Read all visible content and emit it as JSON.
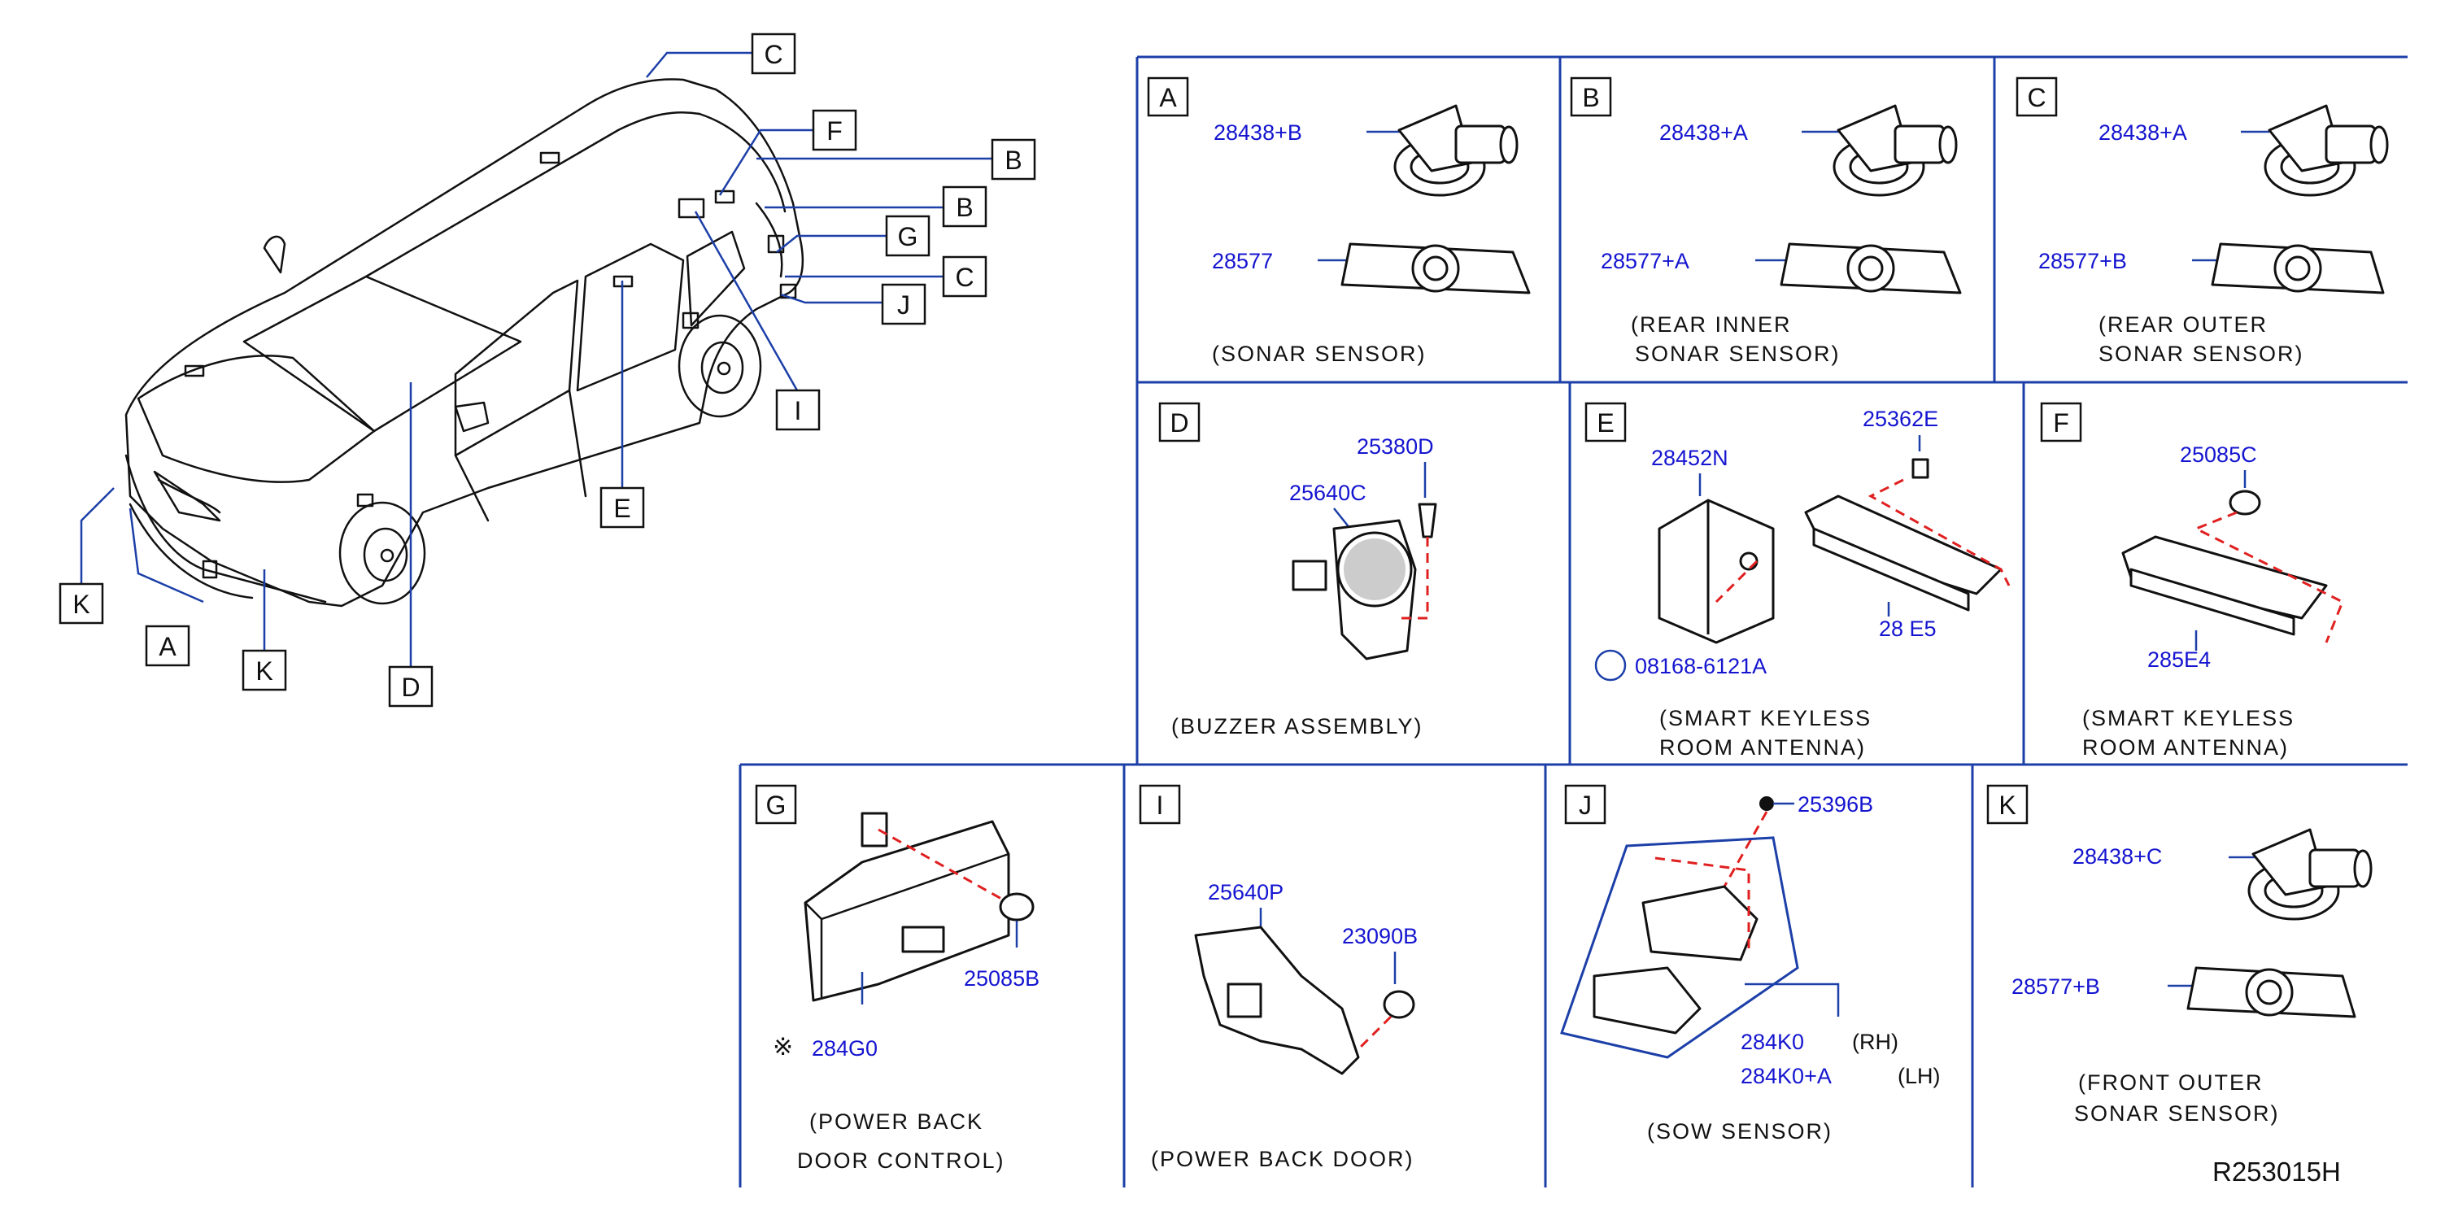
{
  "diagram_code": "R253015H",
  "vehicle_callouts": [
    "C",
    "F",
    "B",
    "B",
    "G",
    "C",
    "J",
    "I",
    "E",
    "K",
    "A",
    "K",
    "D"
  ],
  "panels": {
    "A": {
      "letter": "A",
      "parts": [
        "28438+B",
        "28577"
      ],
      "caption": "(SONAR   SENSOR)"
    },
    "B": {
      "letter": "B",
      "parts": [
        "28438+A",
        "28577+A"
      ],
      "caption1": "(REAR   INNER",
      "caption2": "SONAR   SENSOR)"
    },
    "C": {
      "letter": "C",
      "parts": [
        "28438+A",
        "28577+B"
      ],
      "caption1": "(REAR   OUTER",
      "caption2": "SONAR   SENSOR)"
    },
    "D": {
      "letter": "D",
      "parts": [
        "25380D",
        "25640C"
      ],
      "caption": "(BUZZER   ASSEMBLY)"
    },
    "E": {
      "letter": "E",
      "parts": [
        "25362E",
        "28452N",
        "28 E5",
        "08168-6121A"
      ],
      "caption1": "(SMART   KEYLESS",
      "caption2": "ROOM   ANTENNA)"
    },
    "F": {
      "letter": "F",
      "parts": [
        "25085C",
        "285E4"
      ],
      "caption1": "(SMART   KEYLESS",
      "caption2": "ROOM   ANTENNA)"
    },
    "G": {
      "letter": "G",
      "parts": [
        "25085B",
        "284G0"
      ],
      "marker": "※",
      "caption1": "(POWER   BACK",
      "caption2": "DOOR   CONTROL)"
    },
    "I": {
      "letter": "I",
      "parts": [
        "25640P",
        "23090B"
      ],
      "caption": "(POWER   BACK   DOOR)"
    },
    "J": {
      "letter": "J",
      "parts": [
        "25396B",
        "284K0",
        "284K0+A"
      ],
      "sides": [
        "(RH)",
        "(LH)"
      ],
      "caption": "(SOW   SENSOR)"
    },
    "K": {
      "letter": "K",
      "parts": [
        "28438+C",
        "28577+B"
      ],
      "caption1": "(FRONT   OUTER",
      "caption2": "SONAR   SENSOR)"
    }
  }
}
